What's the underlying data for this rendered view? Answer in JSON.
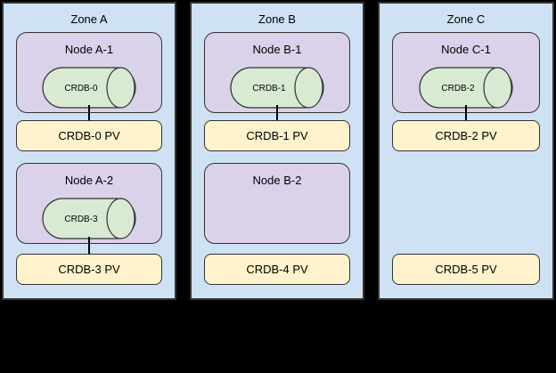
{
  "colors": {
    "background": "#000000",
    "zone_fill": "#cfe2f3",
    "node_fill": "#d9d2e9",
    "disk_fill": "#d9ead3",
    "pv_fill": "#fff2cc",
    "border": "#333333",
    "text": "#000000"
  },
  "zones": [
    {
      "label": "Zone A",
      "nodes": [
        {
          "label": "Node A-1",
          "disk": "CRDB-0"
        },
        {
          "label": "Node A-2",
          "disk": "CRDB-3"
        }
      ],
      "pvs": [
        {
          "label": "CRDB-0 PV"
        },
        {
          "label": "CRDB-3 PV"
        }
      ]
    },
    {
      "label": "Zone B",
      "nodes": [
        {
          "label": "Node B-1",
          "disk": "CRDB-1"
        },
        {
          "label": "Node B-2"
        }
      ],
      "pvs": [
        {
          "label": "CRDB-1 PV"
        },
        {
          "label": "CRDB-4 PV"
        }
      ]
    },
    {
      "label": "Zone C",
      "nodes": [
        {
          "label": "Node C-1",
          "disk": "CRDB-2"
        }
      ],
      "pvs": [
        {
          "label": "CRDB-2 PV"
        },
        {
          "label": "CRDB-5 PV"
        }
      ]
    }
  ]
}
